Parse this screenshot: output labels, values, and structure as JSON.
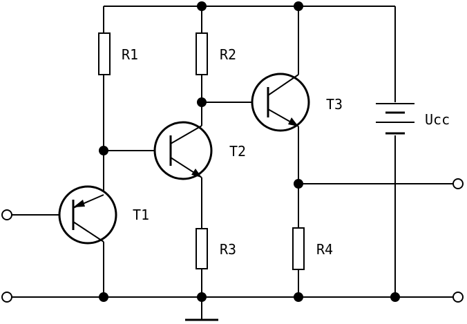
{
  "labels": {
    "r1": "R1",
    "r2": "R2",
    "r3": "R3",
    "r4": "R4",
    "t1": "T1",
    "t2": "T2",
    "t3": "T3",
    "ucc": "Ucc"
  }
}
